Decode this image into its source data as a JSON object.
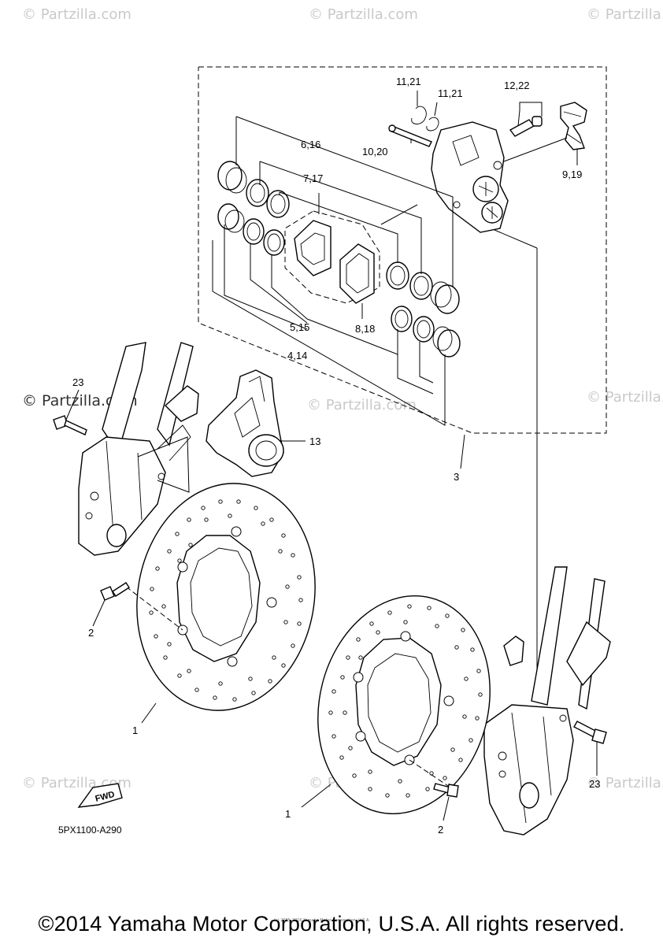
{
  "watermarks": {
    "partzilla_faint": "© Partzilla.com",
    "partzilla_dark": "© Partzilla.com"
  },
  "callouts": {
    "c_11_21_a": "11,21",
    "c_11_21_b": "11,21",
    "c_12_22": "12,22",
    "c_6_16": "6,16",
    "c_10_20": "10,20",
    "c_7_17": "7,17",
    "c_9_19": "9,19",
    "c_5_15": "5,15",
    "c_8_18": "8,18",
    "c_4_14": "4,14",
    "c_23_left": "23",
    "c_13": "13",
    "c_3": "3",
    "c_2_left": "2",
    "c_1_left": "1",
    "c_23_right": "23",
    "c_1_right": "1",
    "c_2_right": "2"
  },
  "fwd_label": "FWD",
  "diagram_code": "5PX1100-A290",
  "small_copyright": "(c) 2005-2016 Yamaha Motor Corporation, U.S.A.",
  "copyright": "©2014 Yamaha Motor Corporation, U.S.A. All rights reserved."
}
